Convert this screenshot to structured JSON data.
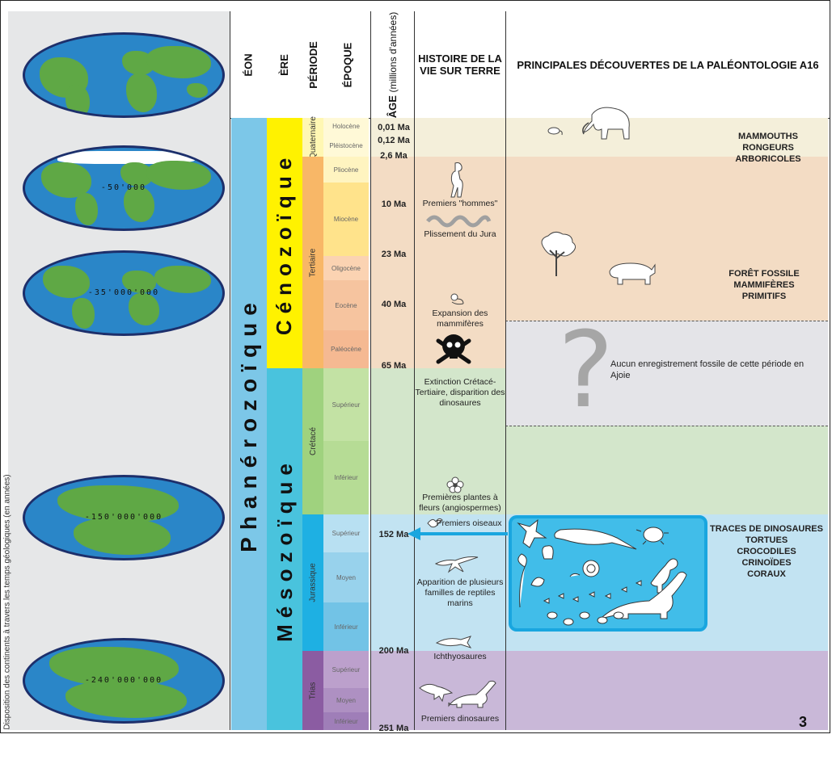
{
  "headers": {
    "eon": "ÉON",
    "era": "ÈRE",
    "period": "PÉRIODE",
    "epoch": "ÉPOQUE",
    "age_bold": "ÂGE",
    "age_rest": "(millions d'années)",
    "history": "HISTOIRE DE LA VIE SUR TERRE",
    "discoveries": "PRINCIPALES DÉCOUVERTES DE LA PALÉONTOLOGIE A16"
  },
  "side_caption": "Disposition des continents à travers les temps géologiques (en années)",
  "globes": [
    {
      "age_label": ""
    },
    {
      "age_label": "-50'000"
    },
    {
      "age_label": "-35'000'000"
    },
    {
      "age_label": "-150'000'000"
    },
    {
      "age_label": "-240'000'000"
    }
  ],
  "eon": {
    "name": "Phanérozoïque"
  },
  "eras": [
    {
      "name": "Cénozoïque",
      "color": "#fff200"
    },
    {
      "name": "Mésozoïque",
      "color": "#49c3dd"
    }
  ],
  "periods": [
    {
      "name": "Quaternaire",
      "color": "#fff7b3"
    },
    {
      "name": "Tertiaire",
      "color": "#f8b767"
    },
    {
      "name": "Crétacé",
      "color": "#9fd27e"
    },
    {
      "name": "Jurassique",
      "color": "#1eb0e3"
    },
    {
      "name": "Trias",
      "color": "#8b5ca2"
    }
  ],
  "epochs": [
    {
      "name": "Holocène",
      "color": "#fff9d7"
    },
    {
      "name": "Pléistocène",
      "color": "#fff9d7"
    },
    {
      "name": "Pliocène",
      "color": "#fff4c0"
    },
    {
      "name": "Miocène",
      "color": "#ffe38b"
    },
    {
      "name": "Oligocène",
      "color": "#fbd3b2"
    },
    {
      "name": "Eocène",
      "color": "#f6c49f"
    },
    {
      "name": "Paléocène",
      "color": "#f5b992"
    },
    {
      "name": "Supérieur",
      "color": "#c3e2a4"
    },
    {
      "name": "Inférieur",
      "color": "#b6dc95"
    },
    {
      "name": "Supérieur",
      "color": "#b8e0f2"
    },
    {
      "name": "Moyen",
      "color": "#98d2ec"
    },
    {
      "name": "Inférieur",
      "color": "#72c3e6"
    },
    {
      "name": "Supérieur",
      "color": "#bca0cc"
    },
    {
      "name": "Moyen",
      "color": "#ae90c2"
    },
    {
      "name": "Inférieur",
      "color": "#9f7eb8"
    }
  ],
  "ages": [
    "0,01 Ma",
    "0,12 Ma",
    "2,6 Ma",
    "10 Ma",
    "23 Ma",
    "40 Ma",
    "65 Ma",
    "152 Ma",
    "200 Ma",
    "251 Ma"
  ],
  "history": {
    "first_humans": "Premiers \"hommes\"",
    "jura_folding": "Plissement du Jura",
    "mammal_expansion": "Expansion des mammifères",
    "extinction": "Extinction Crétacé-Tertiaire, disparition des dinosaures",
    "first_flowers": "Premières plantes à fleurs (angiospermes)",
    "first_birds": "Premiers oiseaux",
    "marine_reptiles": "Apparition de plusieurs familles de reptiles marins",
    "ichthyosaurs": "Ichthyosaures",
    "first_dinosaurs": "Premiers dinosaures"
  },
  "discoveries": {
    "quaternary": [
      "MAMMOUTHS",
      "RONGEURS",
      "ARBORICOLES"
    ],
    "tertiary": [
      "FORÊT FOSSILE",
      "MAMMIFÈRES",
      "PRIMITIFS"
    ],
    "gap_symbol": "?",
    "gap_note": "Aucun enregistrement fossile de cette période en Ajoie",
    "jurassic": [
      "TRACES DE DINOSAURES",
      "TORTUES",
      "CROCODILES",
      "CRINOÏDES",
      "CORAUX"
    ]
  },
  "colors": {
    "quaternary_band": "#f4efda",
    "tertiary_band": "#f3dcc4",
    "gap_band": "#e4e4e8",
    "cretaceous_band": "#d3e6cb",
    "jurassic_band": "#c2e3f2",
    "trias_band": "#c9b8d8",
    "highlight": "#19a6df"
  },
  "page_number": "3"
}
